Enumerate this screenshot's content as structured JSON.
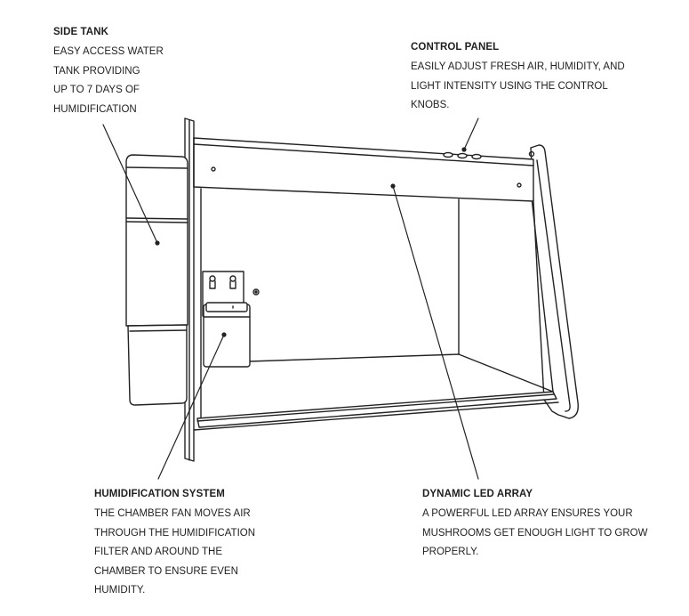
{
  "callouts": {
    "side_tank": {
      "heading": "SIDE TANK",
      "lines": [
        "EASY  ACCESS WATER",
        "TANK PROVIDING",
        "UP TO 7 DAYS OF",
        "HUMIDIFICATION"
      ]
    },
    "control_panel": {
      "heading": "CONTROL PANEL",
      "lines": [
        "EASILY ADJUST FRESH AIR, HUMIDITY, AND",
        "LIGHT INTENSITY USING THE CONTROL",
        "KNOBS."
      ]
    },
    "humidification_system": {
      "heading": "HUMIDIFICATION SYSTEM",
      "lines": [
        "THE CHAMBER FAN MOVES AIR",
        "THROUGH THE HUMIDIFICATION",
        "FILTER AND AROUND THE",
        "CHAMBER TO ENSURE EVEN",
        "HUMIDITY."
      ]
    },
    "dynamic_led_array": {
      "heading": "DYNAMIC LED ARRAY",
      "lines": [
        "A POWERFUL LED ARRAY ENSURES YOUR",
        "MUSHROOMS GET ENOUGH LIGHT TO GROW",
        "PROPERLY."
      ]
    }
  }
}
